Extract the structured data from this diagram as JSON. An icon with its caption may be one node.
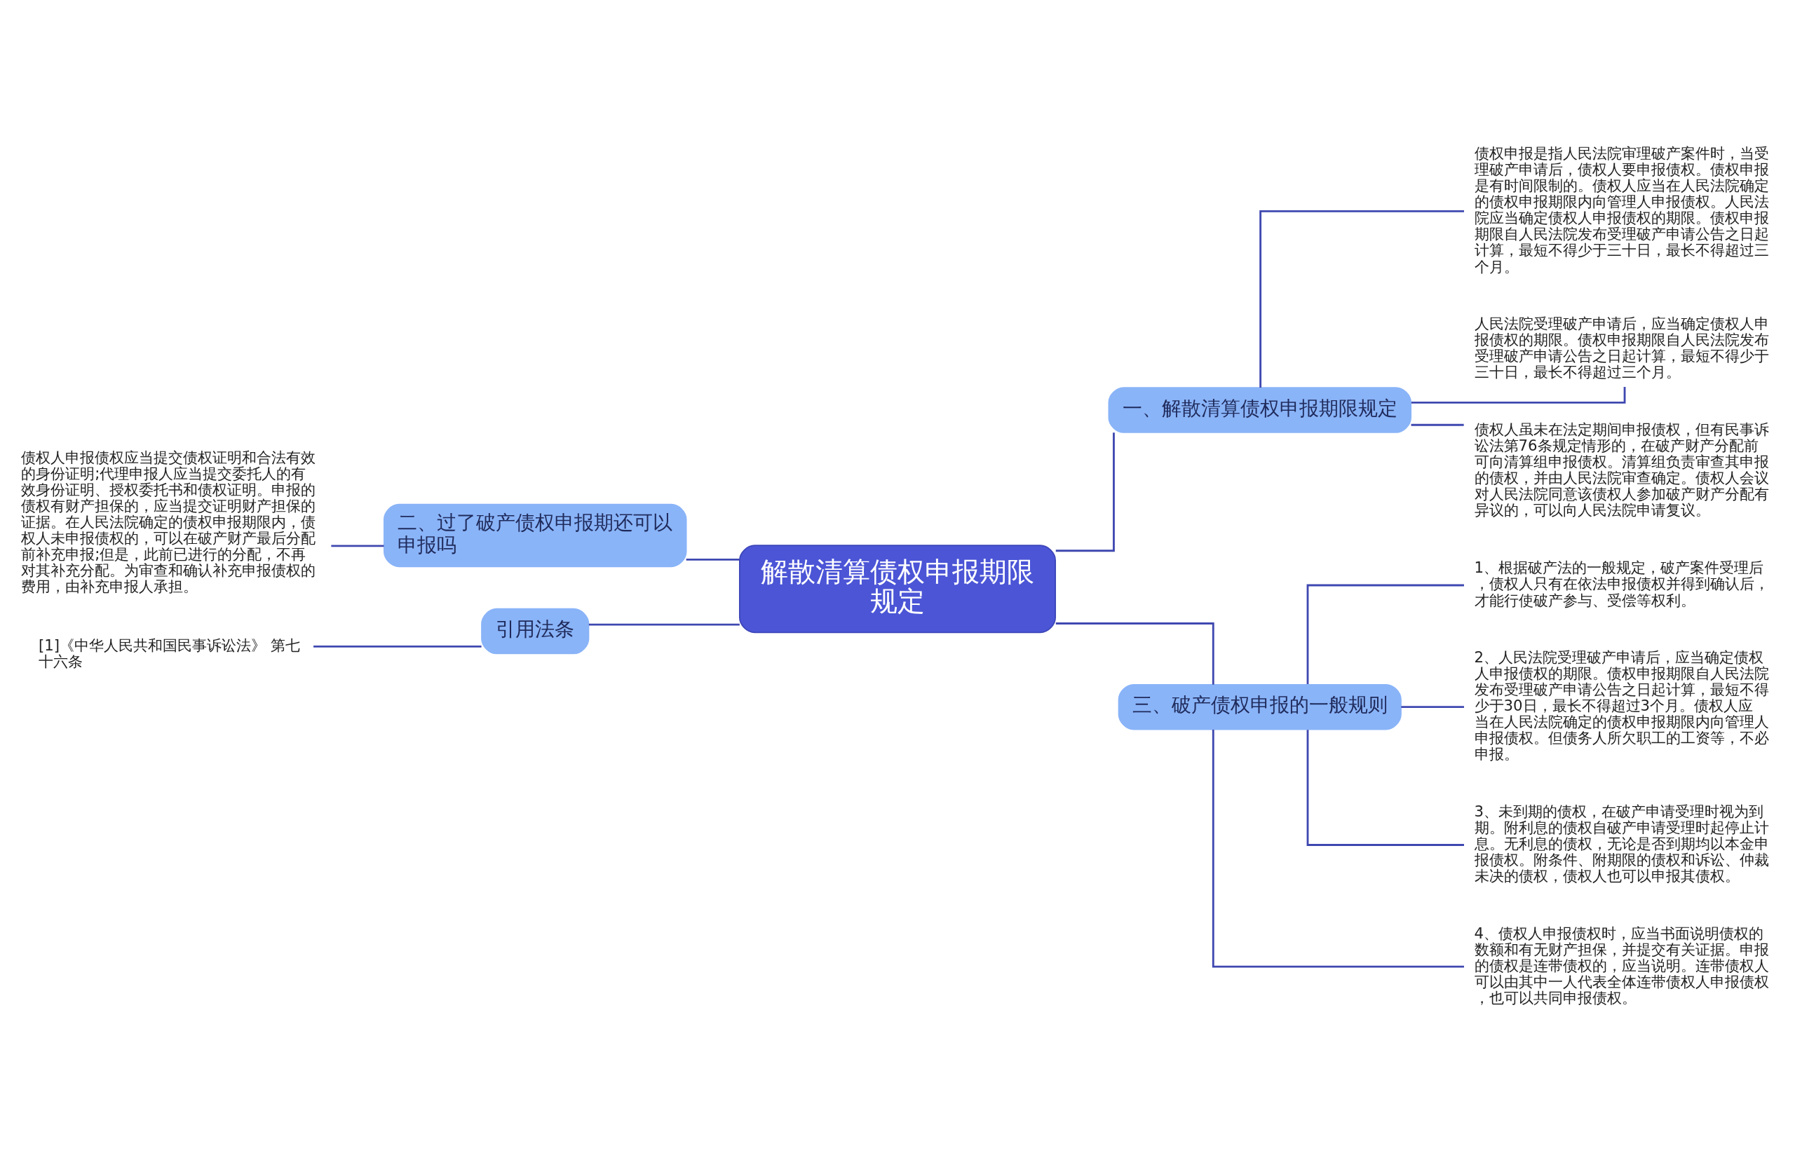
{
  "diagram": {
    "nodes": [
      {
        "text": [
          "解散清算债权申报期限规定"
        ]
      },
      {
        "text": [
          "一、解散清算债权申报期限规定"
        ]
      },
      {
        "text": [
          "债权申报是指人民法院审理破产案件时，当受理破产申请后，债权人要申报债权。债权申报是有时间限制的。债权人应当在人民法院确定的债权申报期限内向管理人申报债权。人民法院应当确定债权人申报债权的期限。债权申报期限自人民法院发布受理破产申请公告之日起计算，最短不得少于三十日，最长不得超过三个月。"
        ]
      },
      {
        "text": [
          "人民法院受理破产申请后，应当确定债权人申报债权的期限。债权申报期限自人民法院发布受理破产申请公告之日起计算，最短不得少于三十日，最长不得超过三个月。"
        ]
      },
      {
        "text": [
          "债权人虽未在法定期间申报债权，但有民事诉讼法第76条规定情形的，在破产财产分配前可向清算组申报债权。清算组负责审查其申报的债权，并由人民法院审查确定。债权人会议对人民法院同意该债权人参加破产财产分配有异议的，可以向人民法院申请复议。"
        ]
      },
      {
        "text": [
          "三、破产债权申报的一般规则"
        ]
      },
      {
        "text": [
          "1、根据破产法的一般规定，破产案件受理后，债权人只有在依法申报债权并得到确认后，才能行使破产参与、受偿等权利。"
        ]
      },
      {
        "text": [
          "2、人民法院受理破产申请后，应当确定债权人申报债权的期限。债权申报期限自人民法院发布受理破产申请公告之日起计算，最短不得少于30日，最长不得超过3个月。债权人应当在人民法院确定的债权申报期限内向管理人申报债权。但债务人所欠职工的工资等，不必申报。"
        ]
      },
      {
        "text": [
          "3、未到期的债权，在破产申请受理时视为到期。附利息的债权自破产申请受理时起停止计息。无利息的债权，无论是否到期均以本金申报债权。附条件、附期限的债权和诉讼、仲裁未决的债权，债权人也可以申报其债权。"
        ]
      },
      {
        "text": [
          "4、债权人申报债权时，应当书面说明债权的数额和有无财产担保，并提交有关证据。申报的债权是连带债权的，应当说明。连带债权人可以由其中一人代表全体连带债权人申报债权，也可以共同申报债权。"
        ]
      },
      {
        "text": [
          "二、过了破产债权申报期还可以申报吗"
        ]
      },
      {
        "text": [
          "债权人申报债权应当提交债权证明和合法有效的身份证明;代理申报人应当提交委托人的有效身份证明、授权委托书和债权证明。申报的债权有财产担保的，应当提交证明财产担保的证据。在人民法院确定的债权申报期限内，债权人未申报债权的，可以在破产财产最后分配前补充申报;但是，此前已进行的分配，不再对其补充分配。为审查和确认补充申报债权的费用，由补充申报人承担。"
        ]
      },
      {
        "text": [
          "引用法条"
        ]
      },
      {
        "text": [
          "[1]《中华人民共和国民事诉讼法》 第七十六条"
        ]
      }
    ],
    "edges": [
      {
        "from": 0,
        "to": 1,
        "arrow": "none"
      },
      {
        "from": 1,
        "to": 2,
        "arrow": "none"
      },
      {
        "from": 1,
        "to": 3,
        "arrow": "none"
      },
      {
        "from": 1,
        "to": 4,
        "arrow": "none"
      },
      {
        "from": 0,
        "to": 5,
        "arrow": "none"
      },
      {
        "from": 5,
        "to": 6,
        "arrow": "none"
      },
      {
        "from": 5,
        "to": 7,
        "arrow": "none"
      },
      {
        "from": 5,
        "to": 8,
        "arrow": "none"
      },
      {
        "from": 5,
        "to": 9,
        "arrow": "none"
      },
      {
        "from": 0,
        "to": 10,
        "arrow": "none"
      },
      {
        "from": 10,
        "to": 11,
        "arrow": "none"
      },
      {
        "from": 0,
        "to": 12,
        "arrow": "none"
      },
      {
        "from": 12,
        "to": 13,
        "arrow": "none"
      }
    ]
  }
}
